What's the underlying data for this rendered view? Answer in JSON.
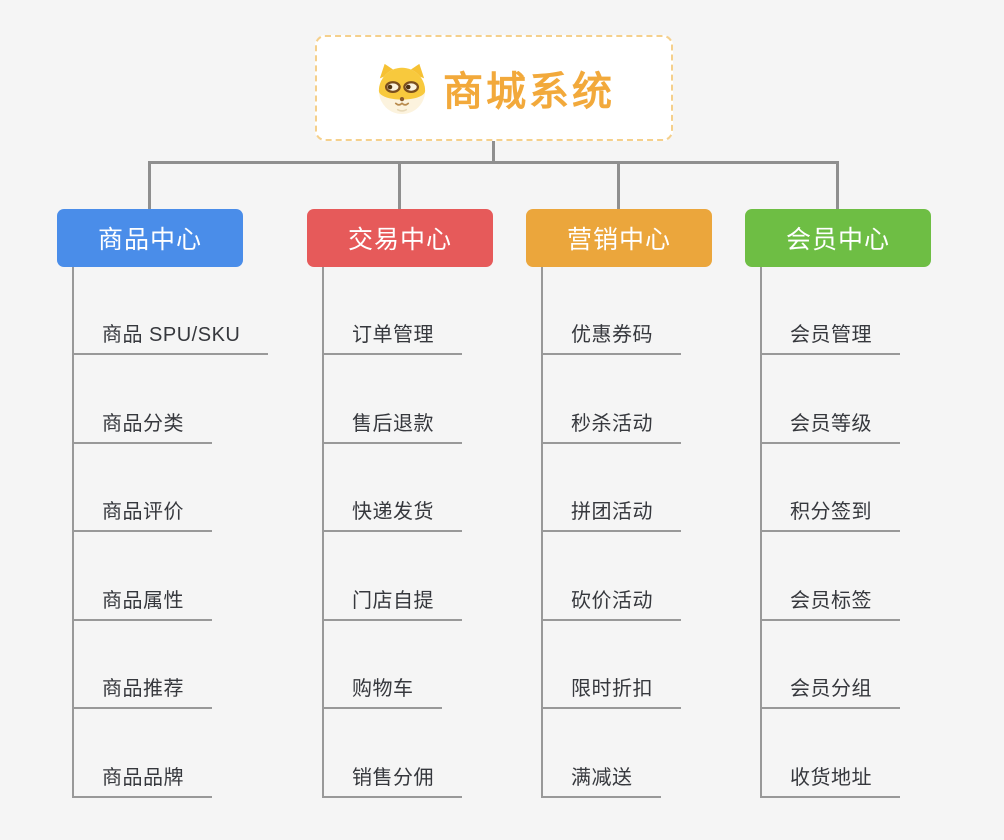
{
  "root": {
    "title": "商城系统",
    "icon": "shiba-dog-icon",
    "text_color": "#F2A93B",
    "border_color": "#F5D08C",
    "background": "#FFFFFF"
  },
  "canvas": {
    "background_color": "#F5F5F5",
    "connector_color": "#8F8F8F",
    "underline_color": "#999999",
    "item_text_color": "#36383D"
  },
  "branches": [
    {
      "label": "商品中心",
      "color": "#4A8DE9",
      "items": [
        "商品 SPU/SKU",
        "商品分类",
        "商品评价",
        "商品属性",
        "商品推荐",
        "商品品牌"
      ]
    },
    {
      "label": "交易中心",
      "color": "#E65A5A",
      "items": [
        "订单管理",
        "售后退款",
        "快递发货",
        "门店自提",
        "购物车",
        "销售分佣"
      ]
    },
    {
      "label": "营销中心",
      "color": "#EBA63C",
      "items": [
        "优惠券码",
        "秒杀活动",
        "拼团活动",
        "砍价活动",
        "限时折扣",
        "满减送"
      ]
    },
    {
      "label": "会员中心",
      "color": "#6EBE44",
      "items": [
        "会员管理",
        "会员等级",
        "积分签到",
        "会员标签",
        "会员分组",
        "收货地址"
      ]
    }
  ]
}
